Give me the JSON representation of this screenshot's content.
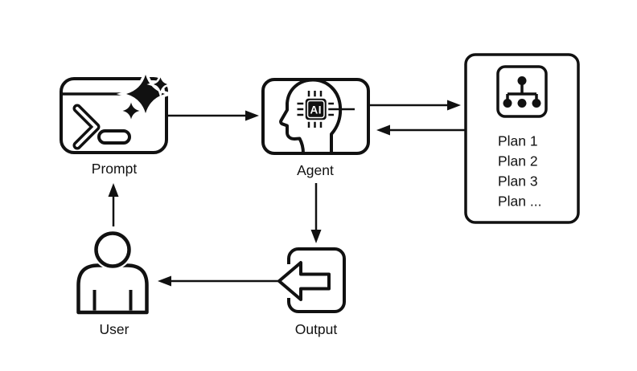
{
  "diagram": {
    "background": "#ffffff",
    "ink": "#111111",
    "nodes": {
      "prompt": {
        "label": "Prompt",
        "icon": "terminal-sparkle-icon"
      },
      "agent": {
        "label": "Agent",
        "icon": "ai-head-chip-icon",
        "chip_text": "AI"
      },
      "plans": {
        "icon": "hierarchy-tree-icon",
        "lines": [
          "Plan 1",
          "Plan 2",
          "Plan 3",
          "Plan ..."
        ]
      },
      "user": {
        "label": "User",
        "icon": "person-icon"
      },
      "output": {
        "label": "Output",
        "icon": "export-arrow-icon"
      }
    },
    "edges": [
      {
        "from": "Prompt",
        "to": "Agent",
        "direction": "right"
      },
      {
        "from": "Agent",
        "to": "Plans",
        "direction": "right"
      },
      {
        "from": "Plans",
        "to": "Agent",
        "direction": "left"
      },
      {
        "from": "Agent",
        "to": "Output",
        "direction": "down"
      },
      {
        "from": "Output",
        "to": "User",
        "direction": "left"
      },
      {
        "from": "User",
        "to": "Prompt",
        "direction": "up"
      }
    ]
  }
}
